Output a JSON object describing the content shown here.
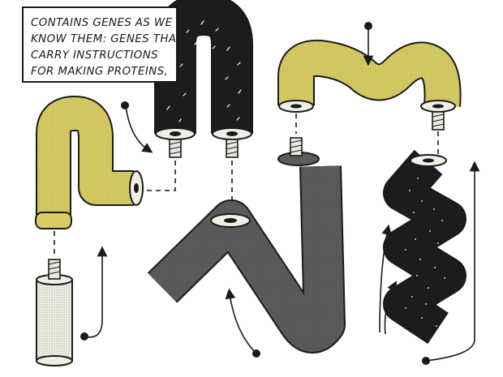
{
  "caption": {
    "lines": [
      "CONTAINS GENES AS WE",
      "KNOW THEM: GENES THAT",
      "CARRY INSTRUCTIONS",
      "FOR MAKING PROTEINS,"
    ]
  },
  "colors": {
    "yellow": "#d8cd63",
    "black": "#1c1c1c",
    "gray": "#5c5c5c",
    "light": "#efefe3",
    "ink": "#1a1a1a",
    "paper": "#ffffff"
  }
}
